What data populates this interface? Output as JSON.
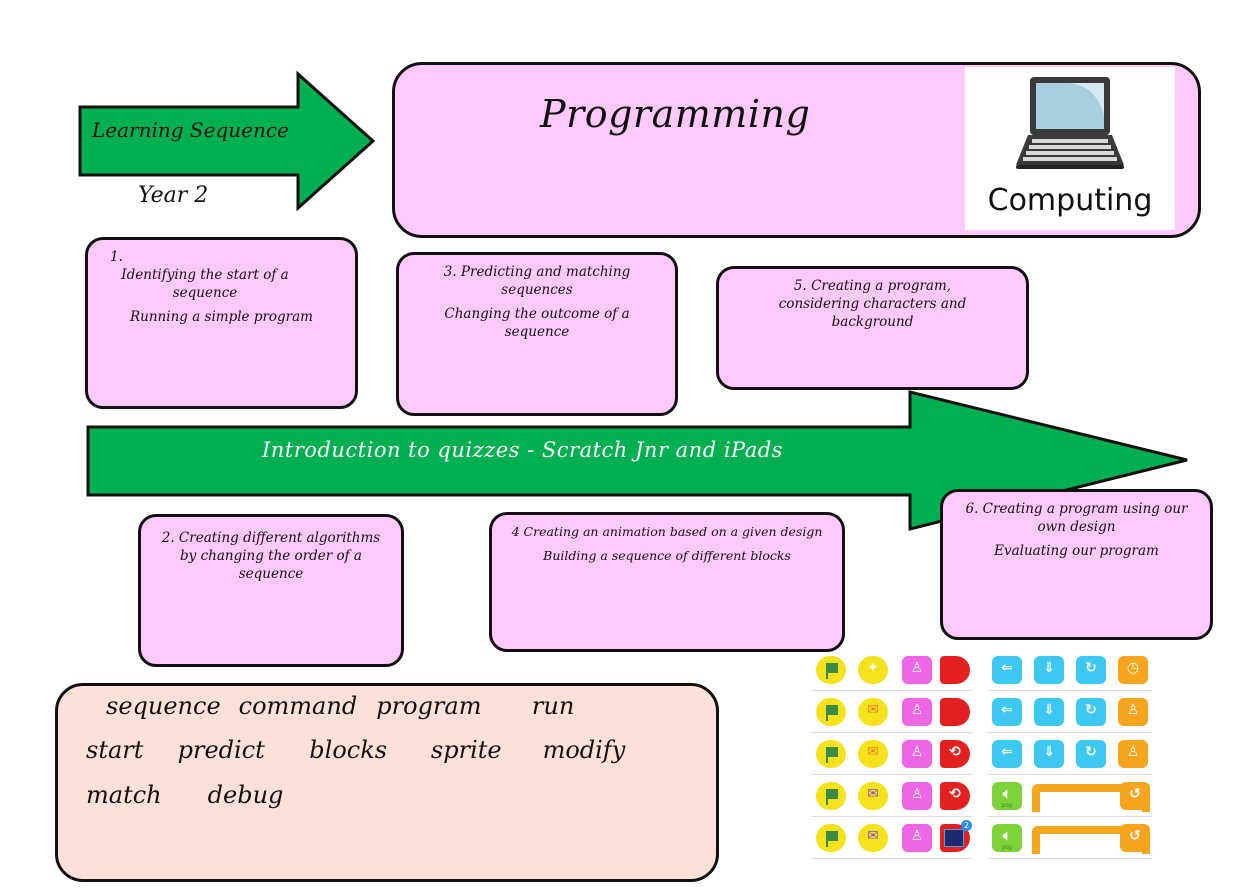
{
  "header": {
    "arrow_label": "Learning Sequence",
    "year": "Year 2",
    "title": "Programming",
    "subject_card": {
      "icon": "laptop-icon",
      "label": "Computing"
    }
  },
  "timeline": {
    "label": "Introduction to quizzes - Scratch Jnr and iPads"
  },
  "lessons": [
    {
      "number": "1.",
      "lines": [
        "Identifying the start of a sequence",
        "Running a simple program"
      ]
    },
    {
      "number": "2.",
      "lines": [
        "2. Creating different algorithms by changing the order of a sequence"
      ]
    },
    {
      "number": "3.",
      "lines": [
        "3. Predicting and matching sequences",
        "Changing the outcome of a sequence"
      ]
    },
    {
      "number": "4",
      "lines": [
        "4 Creating an animation based on a given design",
        "Building a sequence of different blocks"
      ]
    },
    {
      "number": "5.",
      "lines": [
        "5. Creating a program, considering characters and background"
      ]
    },
    {
      "number": "6.",
      "lines": [
        "6. Creating a program using our own design",
        "Evaluating our program"
      ]
    }
  ],
  "vocabulary": {
    "rows": [
      [
        "sequence",
        "command",
        "program",
        "run"
      ],
      [
        "start",
        "predict",
        "blocks",
        "sprite",
        "modify"
      ],
      [
        "match",
        "debug"
      ]
    ]
  },
  "scratch_blocks": {
    "left_rows": [
      [
        "green-flag",
        "bump",
        "character-pink",
        "end-red"
      ],
      [
        "green-flag",
        "receive-message-orange",
        "character-pink",
        "end-red"
      ],
      [
        "green-flag",
        "send-message-orange",
        "character-pink",
        "repeat-forever-red"
      ],
      [
        "green-flag",
        "receive-message-purple",
        "character-pink",
        "repeat-forever-red"
      ],
      [
        "green-flag",
        "send-message-purple",
        "character-pink",
        "go-to-page"
      ]
    ],
    "right_rows": [
      [
        "move-left",
        "move-down",
        "turn",
        "wait"
      ],
      [
        "move-left",
        "move-down",
        "turn",
        "set-speed"
      ],
      [
        "move-left",
        "move-down",
        "turn",
        "set-speed-fast"
      ],
      [
        "play-sound-pop",
        "repeat"
      ],
      [
        "play-sound-pop",
        "repeat"
      ]
    ],
    "sound_label": "pop",
    "page_badge": "2"
  },
  "colors": {
    "arrow_green": "#00B050",
    "card_pink": "#FFC9FB",
    "vocab_peach": "#FDE1D9",
    "outline": "#111111"
  }
}
